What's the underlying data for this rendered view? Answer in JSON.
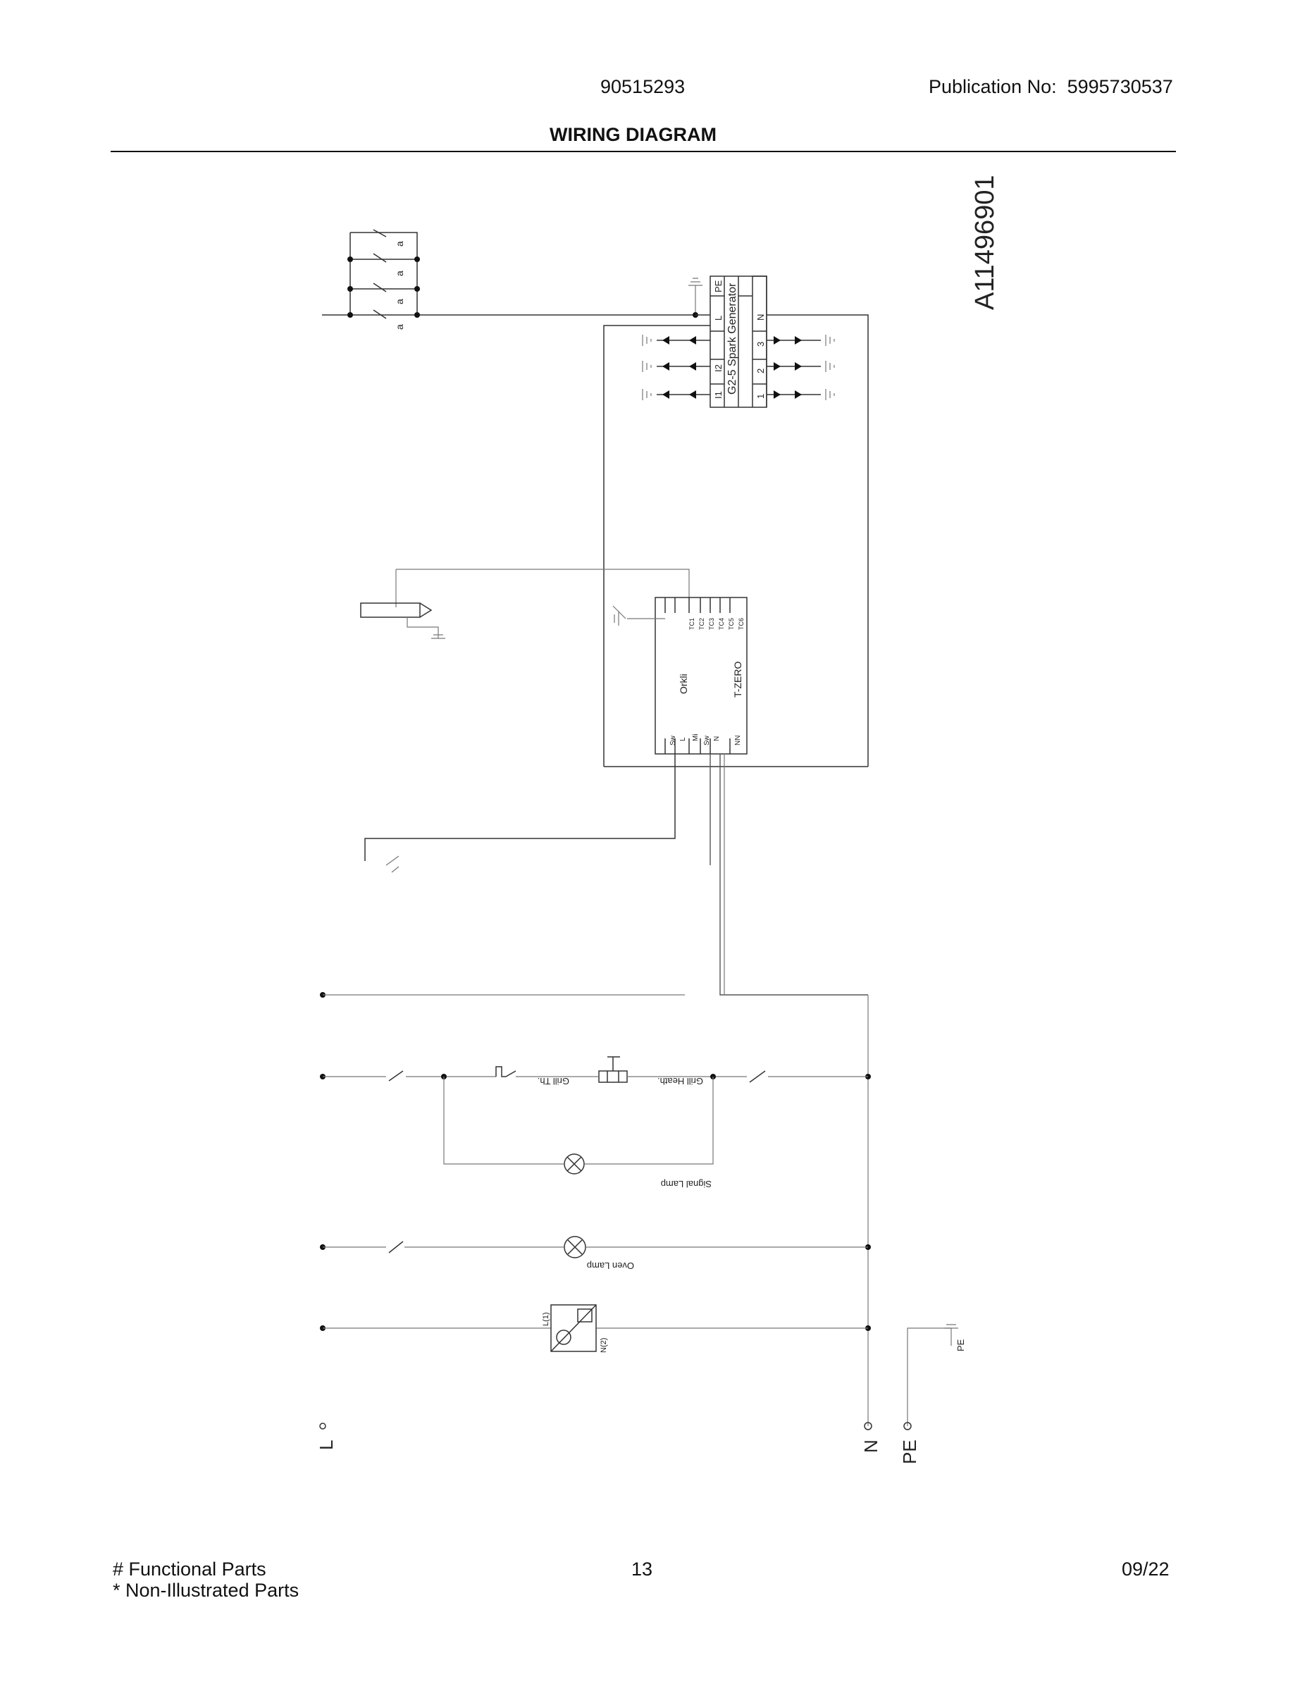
{
  "header": {
    "model_number": "90515293",
    "publication": "Publication No:  5995730537",
    "title": "WIRING DIAGRAM"
  },
  "diagram": {
    "drawing_id": "A11496901",
    "spark_generator": {
      "title": "G2-5 Spark Generator",
      "top_terminals": [
        "PE",
        "L",
        "I2",
        "I1"
      ],
      "bottom_terminals": [
        "N",
        "3",
        "2",
        "1"
      ]
    },
    "switch_labels": [
      "a",
      "a",
      "a",
      "a"
    ],
    "controller": {
      "name": "Orkli",
      "model": "T-ZERO",
      "top_pins": [
        "TC1",
        "TC2",
        "TC3",
        "TC4",
        "TC5",
        "TC6"
      ],
      "bottom_pins": [
        "Sw",
        "L",
        "Mi",
        "Sw",
        "N",
        "NN"
      ]
    },
    "components": {
      "grill_thermostat": "Grill Th.",
      "grill_heating": "Grill Heath.",
      "signal_lamp": "Signal Lamp",
      "oven_lamp": "Oven Lamp",
      "motor_l": "L(1)",
      "motor_n": "N(2)"
    },
    "terminals": {
      "line": "L",
      "neutral": "N",
      "earth": "PE",
      "earth_small": "PE"
    }
  },
  "footer": {
    "legend_1": "# Functional Parts",
    "legend_2": "* Non-Illustrated Parts",
    "page": "13",
    "date": "09/22"
  }
}
